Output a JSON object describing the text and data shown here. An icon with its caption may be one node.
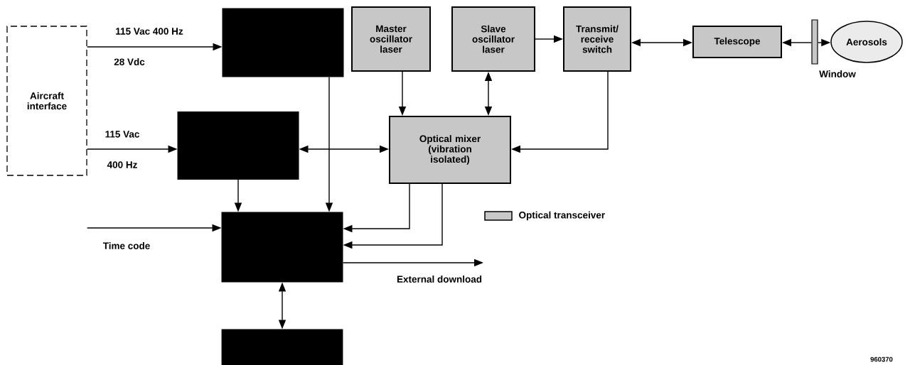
{
  "diagram": {
    "nodes": [
      {
        "text": [
          "Aircraft interface"
        ]
      },
      {
        "text": [],
        "shape": "box"
      },
      {
        "text": [
          "Master oscillator laser"
        ]
      },
      {
        "text": [
          "Slave oscillator laser"
        ]
      },
      {
        "text": [
          "Transmit/ receive switch"
        ]
      },
      {
        "text": [
          "Telescope"
        ]
      },
      {
        "text": [
          "Window"
        ]
      },
      {
        "text": [
          "Aerosols"
        ]
      },
      {
        "text": [],
        "shape": "box"
      },
      {
        "text": [
          "Optical mixer (vibration isolated)"
        ]
      },
      {
        "text": [],
        "shape": "box"
      },
      {
        "text": [],
        "shape": "box"
      }
    ],
    "edges": [
      {
        "from": 0,
        "to": 1,
        "arrow": "to",
        "label": "115 Vac 400 Hz"
      },
      {
        "from": 0,
        "to": 8,
        "arrow": "to",
        "label": "115 Vac"
      },
      {
        "from": 0,
        "to": 10,
        "arrow": "to",
        "label": "Time code"
      },
      {
        "from": 1,
        "to": 10,
        "arrow": "to"
      },
      {
        "from": 2,
        "to": 9,
        "arrow": "to"
      },
      {
        "from": 3,
        "to": 9,
        "arrow": "both"
      },
      {
        "from": 3,
        "to": 4,
        "arrow": "to"
      },
      {
        "from": 4,
        "to": 5,
        "arrow": "both"
      },
      {
        "from": 6,
        "to": 5,
        "arrow": "to"
      },
      {
        "from": 6,
        "to": 7,
        "arrow": "to"
      },
      {
        "from": 4,
        "to": 9,
        "arrow": "to"
      },
      {
        "from": 8,
        "to": 9,
        "arrow": "both"
      },
      {
        "from": 8,
        "to": 10,
        "arrow": "to"
      },
      {
        "from": 9,
        "to": 10,
        "arrow": "to"
      },
      {
        "from": 9,
        "to": 10,
        "arrow": "to"
      },
      {
        "from": 10,
        "to": null,
        "arrow": "to",
        "label": "External download"
      },
      {
        "from": 10,
        "to": 11,
        "arrow": "both"
      }
    ],
    "labels": [
      "28 Vdc",
      "400 Hz",
      "960370"
    ],
    "legend": [
      {
        "text": "Optical transceiver",
        "color": "#c8c8c8"
      }
    ]
  }
}
